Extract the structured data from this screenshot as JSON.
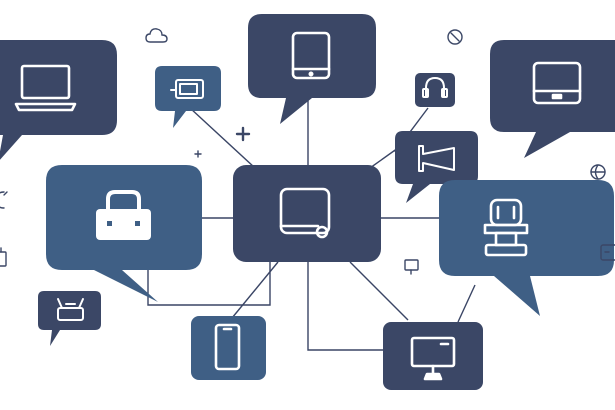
{
  "colors": {
    "background": "#ffffff",
    "navy": "#3b4766",
    "teal": "#3f5f85",
    "connector": "#3a4565",
    "icon_stroke": "#ffffff",
    "small_icon": "#3b4766"
  },
  "nodes": [
    {
      "id": "hub",
      "icon": "monitor-icon",
      "shape": "rect",
      "fill": "navy"
    },
    {
      "id": "top",
      "icon": "tablet-icon",
      "shape": "bubble",
      "fill": "navy"
    },
    {
      "id": "left-top",
      "icon": "laptop-icon",
      "shape": "bubble",
      "fill": "navy"
    },
    {
      "id": "left",
      "icon": "briefcase-icon",
      "shape": "bubble",
      "fill": "teal"
    },
    {
      "id": "right",
      "icon": "robot-icon",
      "shape": "bubble",
      "fill": "teal"
    },
    {
      "id": "right-top",
      "icon": "display-icon",
      "shape": "bubble",
      "fill": "navy"
    },
    {
      "id": "megaphone",
      "icon": "megaphone-icon",
      "shape": "bubble",
      "fill": "navy"
    },
    {
      "id": "headset",
      "icon": "headset-icon",
      "shape": "rect",
      "fill": "navy"
    },
    {
      "id": "camera",
      "icon": "camera-icon",
      "shape": "bubble",
      "fill": "teal"
    },
    {
      "id": "phone",
      "icon": "smartphone-icon",
      "shape": "rect",
      "fill": "teal"
    },
    {
      "id": "desktop",
      "icon": "desktop-icon",
      "shape": "rect",
      "fill": "navy"
    },
    {
      "id": "router",
      "icon": "router-icon",
      "shape": "bubble",
      "fill": "navy"
    }
  ],
  "decorations": [
    "cloud-icon",
    "compass-icon",
    "plus-icon",
    "small-plus-icon",
    "globe-icon",
    "small-monitor-icon",
    "tv-icon",
    "gear-icon",
    "cable-icon"
  ]
}
